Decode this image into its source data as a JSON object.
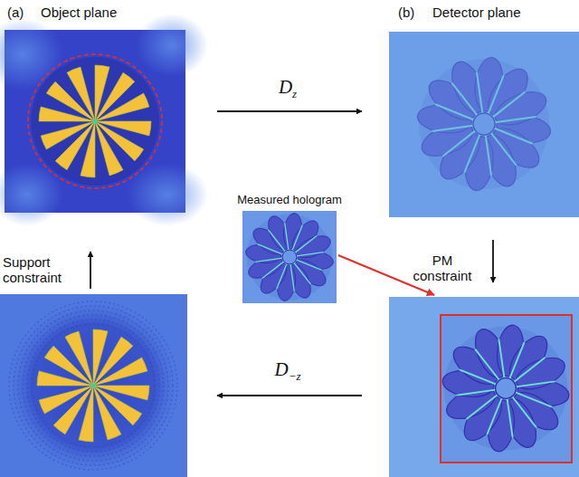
{
  "diagram": {
    "nodes": [
      {
        "text": [
          "(a)",
          "Object plane"
        ]
      },
      {
        "text": [
          "(b)",
          "Detector plane"
        ]
      },
      {
        "text": []
      },
      {
        "text": []
      },
      {
        "text": [
          "Measured hologram"
        ]
      }
    ],
    "edges": [
      {
        "from": 0,
        "to": 1,
        "label": "Dz",
        "arrow": "to"
      },
      {
        "from": 1,
        "to": 2,
        "label": "PM constraint",
        "arrow": "to"
      },
      {
        "from": 2,
        "to": 3,
        "label": "D−z",
        "arrow": "to"
      },
      {
        "from": 3,
        "to": 0,
        "label": "Support constraint",
        "arrow": "to"
      },
      {
        "from": 4,
        "to": 2,
        "arrow": "to"
      }
    ]
  }
}
